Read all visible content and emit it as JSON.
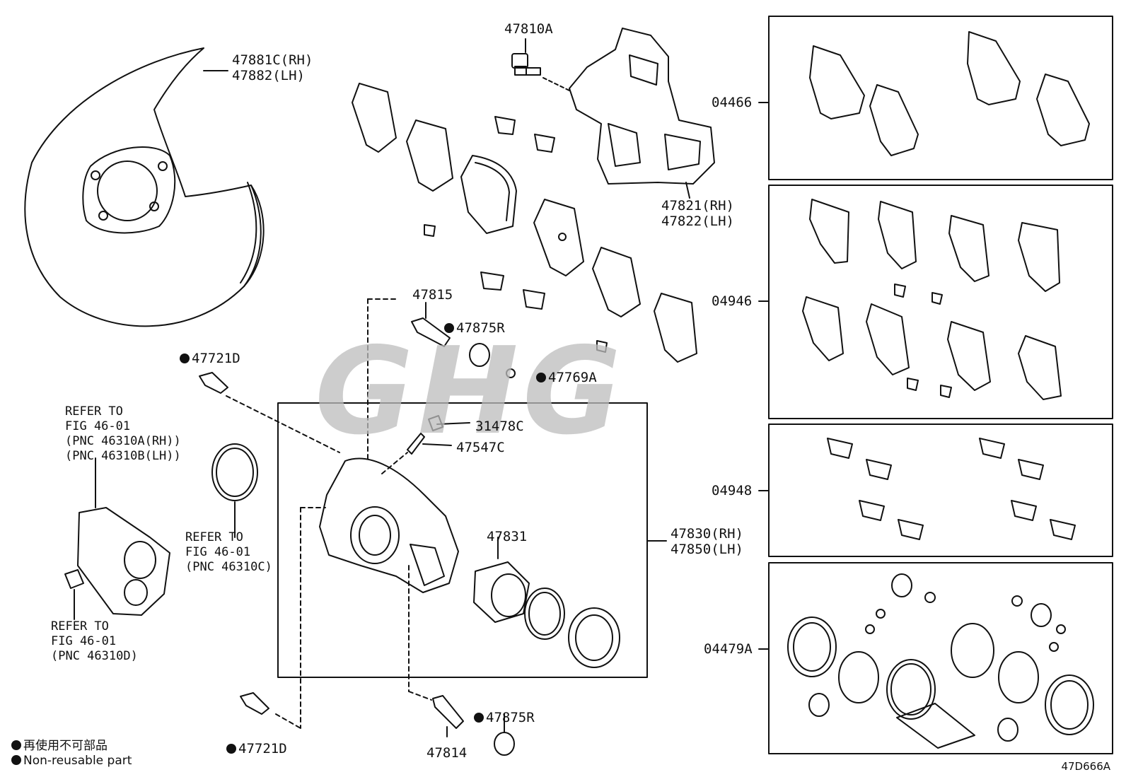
{
  "legend": {
    "line1": "再使用不可部品",
    "line2": "Non-reusable part"
  },
  "diagram_code": "47D666A",
  "watermark_text": "GHG",
  "colors": {
    "ink": "#111111",
    "watermark": "#bdbdbd",
    "background": "#ffffff"
  },
  "labels": {
    "l47881": [
      "47881C(RH)",
      "47882(LH)"
    ],
    "l47810": [
      "47810A"
    ],
    "l47821": [
      "47821(RH)",
      "47822(LH)"
    ],
    "l47815": [
      "47815"
    ],
    "l47875a": [
      "47875R"
    ],
    "l47721a": [
      "47721D"
    ],
    "l47769": [
      "47769A"
    ],
    "l31478": [
      "31478C"
    ],
    "l47547": [
      "47547C"
    ],
    "l47831": [
      "47831"
    ],
    "l47830": [
      "47830(RH)",
      "47850(LH)"
    ],
    "refer1": [
      "REFER TO",
      "FIG 46-01",
      "(PNC 46310A(RH))",
      "(PNC 46310B(LH))"
    ],
    "refer2": [
      "REFER TO",
      "FIG 46-01",
      "(PNC 46310C)"
    ],
    "refer3": [
      "REFER TO",
      "FIG 46-01",
      "(PNC 46310D)"
    ],
    "l47721b": [
      "47721D"
    ],
    "l47814": [
      "47814"
    ],
    "l47875b": [
      "47875R"
    ],
    "k04466": [
      "04466"
    ],
    "k04946": [
      "04946"
    ],
    "k04948": [
      "04948"
    ],
    "k04479": [
      "04479A"
    ]
  }
}
